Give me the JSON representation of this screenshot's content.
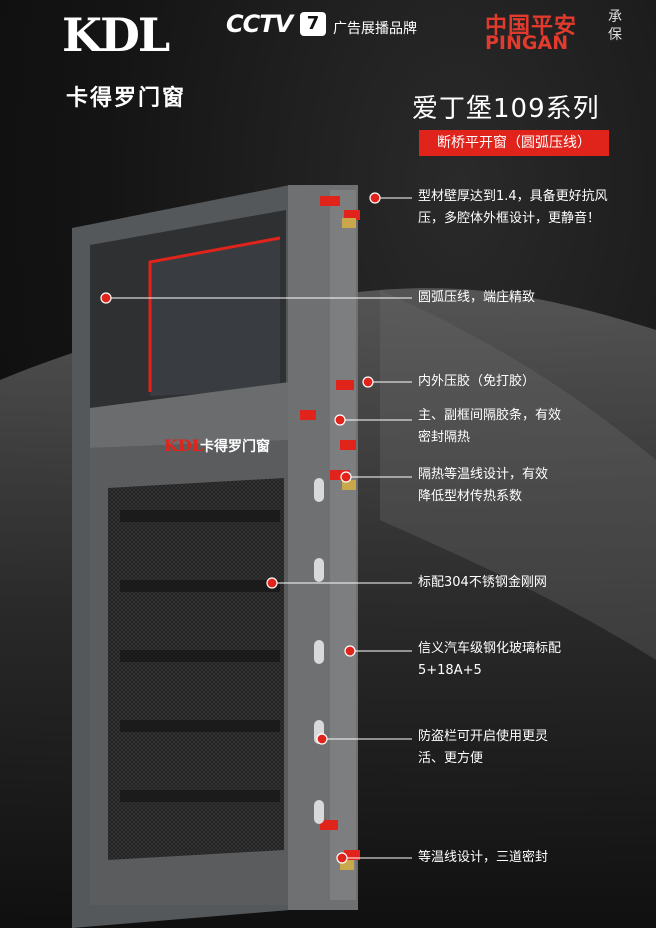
{
  "header": {
    "logo_text": "KDL",
    "brand_name": "卡得罗门窗",
    "cctv_logo": "CCTV",
    "cctv_channel": "7",
    "cctv_caption": "广告展播品牌",
    "pingan_cn": "中国平安",
    "pingan_en": "PINGAN",
    "pingan_side": "承保"
  },
  "product": {
    "series": "爱丁堡109系列",
    "subtitle": "断桥平开窗（圆弧压线）",
    "frame_logo": "KDL",
    "frame_brand": "卡得罗门窗"
  },
  "callouts": [
    {
      "text": "型材壁厚达到1.4，具备更好抗风压，多腔体外框设计，更静音！"
    },
    {
      "text": "圆弧压线，端庄精致"
    },
    {
      "text": "内外压胶（免打胶）"
    },
    {
      "text": "主、副框间隔胶条，有效密封隔热"
    },
    {
      "text": "隔热等温线设计，有效降低型材传热系数"
    },
    {
      "text": "标配304不锈钢金刚网"
    },
    {
      "text": "信义汽车级钢化玻璃标配5+18A+5"
    },
    {
      "text": "防盗栏可开启使用更灵活、更方便"
    },
    {
      "text": "等温线设计，三道密封"
    }
  ],
  "colors": {
    "accent": "#e0231b",
    "frame": "#5c5e60",
    "pingan": "#e23b2e"
  }
}
